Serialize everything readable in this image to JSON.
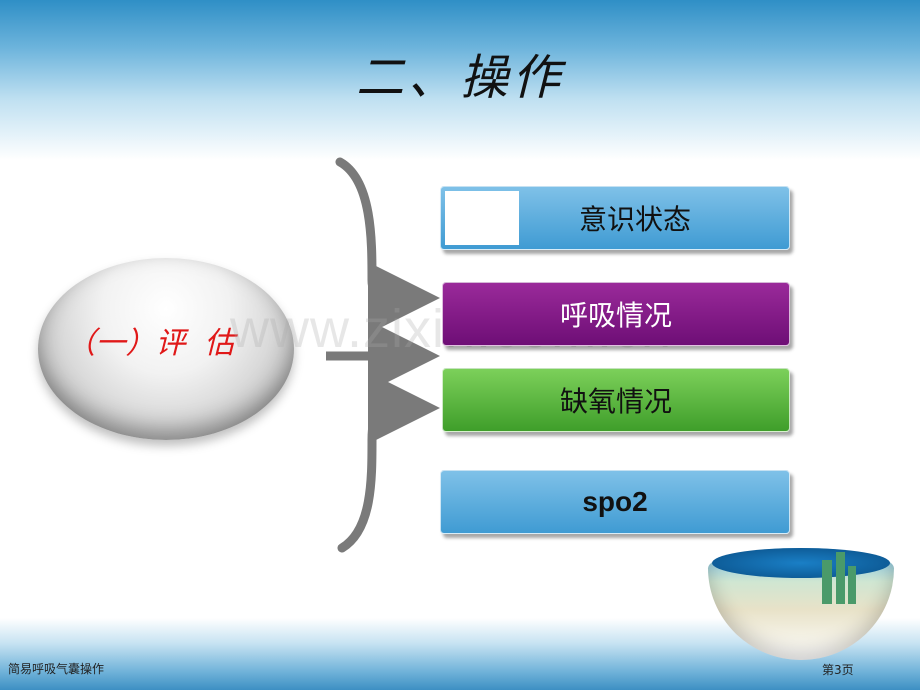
{
  "slide": {
    "title": "二、操作",
    "watermark": "www.zixin.com.cn",
    "orb_label": "（一）评  估",
    "boxes": [
      "意识状态",
      "呼吸情况",
      "缺氧情况",
      "spo2"
    ],
    "footer_text": "简易呼吸气囊操作",
    "page_number": "第3页"
  },
  "colors": {
    "title": "#111111",
    "orb_label": "#e01818",
    "box_blue": "#3f9bd3",
    "box_purple": "#6e0e76",
    "box_green": "#3f9e2a",
    "arrow": "#7a7a7a"
  },
  "icons": [
    "globe-icon",
    "arrow-icon"
  ]
}
